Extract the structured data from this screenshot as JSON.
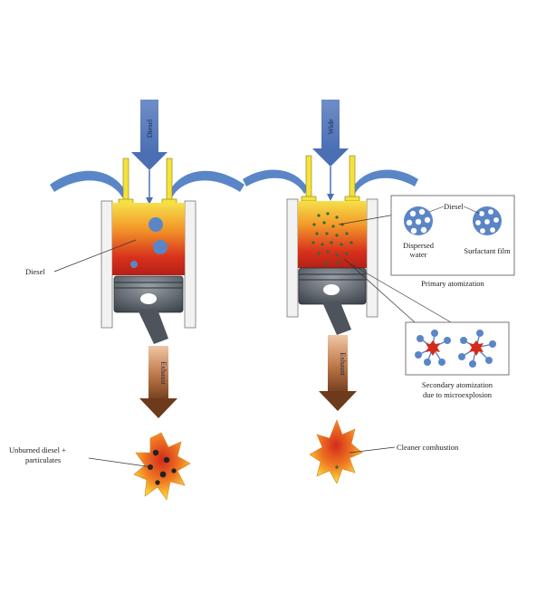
{
  "left_engine": {
    "inlet_label": "Diesel",
    "droplet_label": "Diesel",
    "exhaust_label": "Exhaust",
    "result_label_line1": "Unburned diesel +",
    "result_label_line2": "particulates"
  },
  "right_engine": {
    "inlet_label": "Wide",
    "exhaust_label": "Exhaust",
    "result_label": "Cleaner combustion"
  },
  "primary_inset": {
    "diesel_label": "Diesel",
    "dispersed_label_line1": "Dispersed",
    "dispersed_label_line2": "water",
    "surfactant_label": "Surfactant film",
    "caption": "Primary atomization"
  },
  "secondary_inset": {
    "caption_line1": "Secondary atomization",
    "caption_line2": "due to microexplosion"
  },
  "colors": {
    "arrow_blue": "#5b7fc0",
    "manifold_blue": "#5a86c8",
    "exhaust_brown": "#7a4a2a",
    "hot_red": "#c7241a",
    "flame_yellow": "#f7e23a"
  }
}
